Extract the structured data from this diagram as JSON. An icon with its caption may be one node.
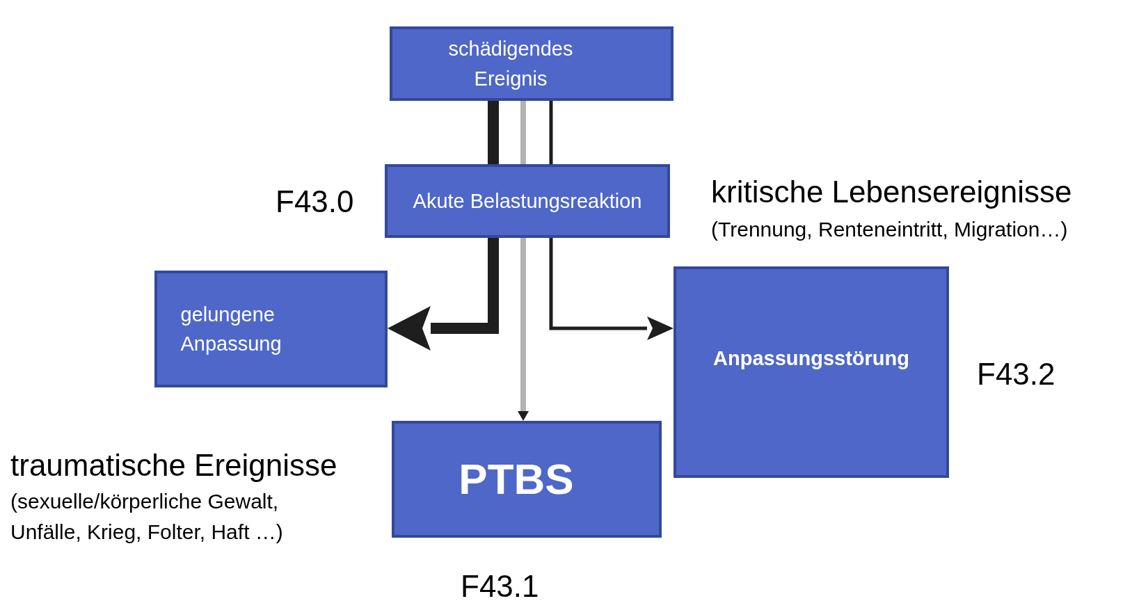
{
  "diagram": {
    "nodes": [
      {
        "text": [
          "schädigendes Ereignis"
        ]
      },
      {
        "text": [
          "Akute Belastungsreaktion"
        ],
        "beside": [
          "F43.0"
        ]
      },
      {
        "text": [
          "gelungene Anpassung"
        ]
      },
      {
        "text": [
          "Anpassungsstörung"
        ],
        "beside": [
          "F43.2"
        ]
      },
      {
        "text": [
          "PTBS"
        ],
        "beside": [
          "F43.1"
        ]
      }
    ],
    "edges": [
      {
        "from": 0,
        "to": 1,
        "arrow": "none",
        "style": "thick"
      },
      {
        "from": 0,
        "to": 1,
        "arrow": "none",
        "color": "#b3b3b3"
      },
      {
        "from": 0,
        "to": 1,
        "arrow": "none"
      },
      {
        "from": 1,
        "to": 2,
        "arrow": "to",
        "style": "thick"
      },
      {
        "from": 1,
        "to": 4,
        "arrow": "to",
        "color": "#b3b3b3"
      },
      {
        "from": 1,
        "to": 3,
        "arrow": "to"
      }
    ],
    "labels": [
      "kritische Lebensereignisse",
      "(Trennung, Renteneintritt, Migration…)",
      "traumatische Ereignisse",
      "(sexuelle/körperliche Gewalt, Unfälle, Krieg, Folter, Haft …)"
    ]
  }
}
